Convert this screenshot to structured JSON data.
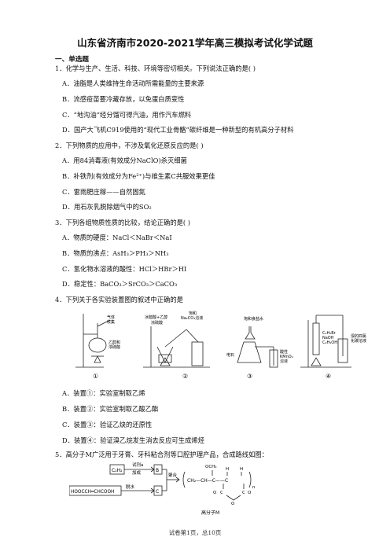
{
  "title": "山东省济南市2020-2021学年高三模拟考试化学试题",
  "section": "一、单选题",
  "q1": {
    "stem": "1．化学与生产、生活、科技、环境等密切相关。下列说法正确的是(    )",
    "a": "A．油脂是人类维持生命活动所需能量的主要来源",
    "b": "B．流感疫苗要冷藏存放，以免蛋白质变性",
    "c": "C．“地沟油”经分馏可得汽油，用作汽车燃料",
    "d": "D．国产大飞机C919使用的“现代工业骨骼”碳纤维是一种新型的有机高分子材料"
  },
  "q2": {
    "stem": "2．下列物质的应用中，不涉及氧化还原反应的是(    )",
    "a": "A．用84消毒液(有效成分NaClO)杀灭细菌",
    "b": "B．补铁剂(有效成分为Fe²⁺)与维生素C共服效果更佳",
    "c": "C．雷雨肥庄稼——自然固氮",
    "d": "D．用石灰乳脱除烟气中的SO₂"
  },
  "q3": {
    "stem": "3．下列各组物质性质的比较，结论正确的是(    )",
    "a": "A．物质的硬度：NaCl＜NaBr＜NaI",
    "b": "B．物质的沸点：AsH₃＞PH₃＞NH₃",
    "c": "C．氢化物水溶液的酸性：HCl＞HBr＞HI",
    "d": "D．稳定性：BaCO₃＞SrCO₃＞CaCO₃"
  },
  "q4": {
    "stem": "4．下列关于各实验装置图的叙述中正确的是",
    "a": "A．装置①：实验室制取乙烯",
    "b": "B．装置②：实验室制取乙酸乙酯",
    "c": "C．装置③：验证乙炔的还原性",
    "d": "D．装置④：验证溴乙烷发生消去反应可生成烯烃"
  },
  "q5": {
    "stem": "5．高分子M广泛用于牙膏、牙科粘合剂等口腔护理产品，合成路线如图："
  },
  "figures": {
    "fig1_num": "①",
    "fig1_lbl1": "气体",
    "fig1_lbl2": "收集",
    "fig1_lbl3": "乙醇和",
    "fig1_lbl4": "浓硫酸",
    "fig2_num": "②",
    "fig2_lbl1": "冰醋酸+乙醇",
    "fig2_lbl2": "浓硫酸",
    "fig2_lbl3": "饱和",
    "fig2_lbl4": "Na₂CO₃溶液",
    "fig3_num": "③",
    "fig3_lbl1": "饱和食盐水",
    "fig3_lbl2": "电石",
    "fig3_lbl3": "酸性",
    "fig3_lbl4": "KMnO₄",
    "fig3_lbl5": "溶液",
    "fig4_num": "④",
    "fig4_lbl1": "C₂H₅Br",
    "fig4_lbl2": "NaOH",
    "fig4_lbl3": "C₂H₅OH",
    "fig4_lbl4": "溴的四氯",
    "fig4_lbl5": "化碳溶液"
  },
  "scheme": {
    "c2h2": "C₂H₂",
    "reagent1a": "试剂a",
    "reagent1b": "加成",
    "box_b": "B",
    "polymer_cond": "聚合",
    "acid": "HOOCCH═CHCOOH",
    "dehydrate": "脱水",
    "box_c": "C",
    "och3": "OCH₃",
    "h1": "H",
    "h2": "H",
    "chain": "CH₂—CH—C——C",
    "n": "n",
    "o": "O",
    "carbonyl1": "C",
    "carbonyl2": "C",
    "o1": "O",
    "o2": "O",
    "polymer_name": "高分子M"
  },
  "footer": "试卷第1页，总10页"
}
